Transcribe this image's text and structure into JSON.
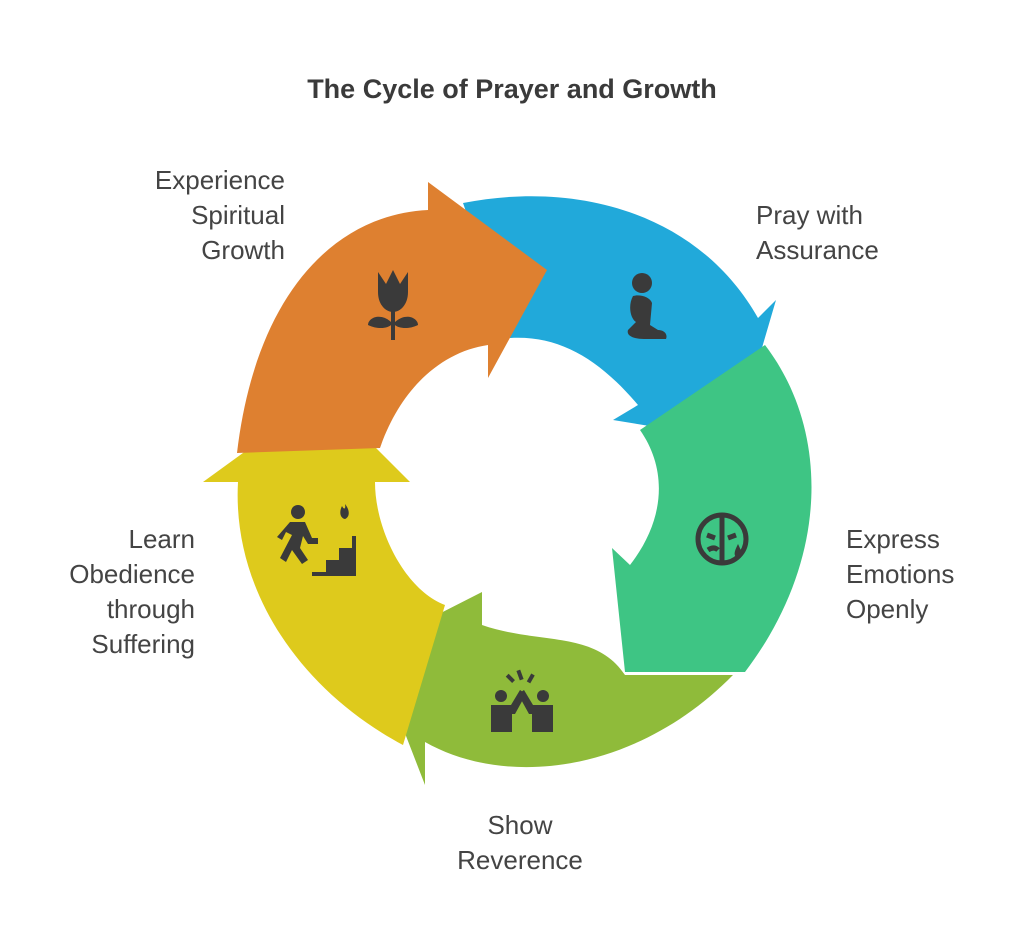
{
  "title": "The Cycle of Prayer and Growth",
  "steps": [
    {
      "id": "pray",
      "lines": [
        "Pray with",
        "Assurance"
      ],
      "color": "#21A9DA",
      "icon": "kneeling-prayer-icon"
    },
    {
      "id": "express",
      "lines": [
        "Express",
        "Emotions",
        "Openly"
      ],
      "color": "#3EC584",
      "icon": "crying-face-icon"
    },
    {
      "id": "reverence",
      "lines": [
        "Show",
        "Reverence"
      ],
      "color": "#8FBB3A",
      "icon": "high-five-icon"
    },
    {
      "id": "obedience",
      "lines": [
        "Learn",
        "Obedience",
        "through",
        "Suffering"
      ],
      "color": "#DECA1C",
      "icon": "person-climbing-stairs-icon"
    },
    {
      "id": "growth",
      "lines": [
        "Experience",
        "Spiritual",
        "Growth"
      ],
      "color": "#DE8030",
      "icon": "flower-icon"
    }
  ],
  "icon_color": "#3a3a3a"
}
